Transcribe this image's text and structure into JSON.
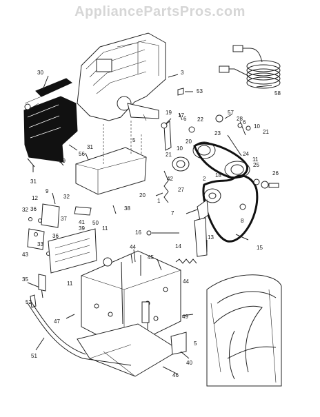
{
  "watermark": "AppliancePartsPros.com",
  "callouts": [
    "3",
    "53",
    "58",
    "30",
    "19",
    "17",
    "6",
    "22",
    "57",
    "28",
    "6",
    "10",
    "21",
    "5",
    "20",
    "10",
    "23",
    "24",
    "56",
    "31",
    "29",
    "31",
    "21",
    "11",
    "25",
    "26",
    "27",
    "42",
    "2",
    "18",
    "20",
    "1",
    "9",
    "32",
    "38",
    "16",
    "8",
    "7",
    "12",
    "36",
    "37",
    "41",
    "32",
    "39",
    "33",
    "43",
    "50",
    "11",
    "36",
    "13",
    "15",
    "44",
    "14",
    "45",
    "35",
    "11",
    "52",
    "44",
    "47",
    "49",
    "5",
    "51",
    "40",
    "46"
  ]
}
